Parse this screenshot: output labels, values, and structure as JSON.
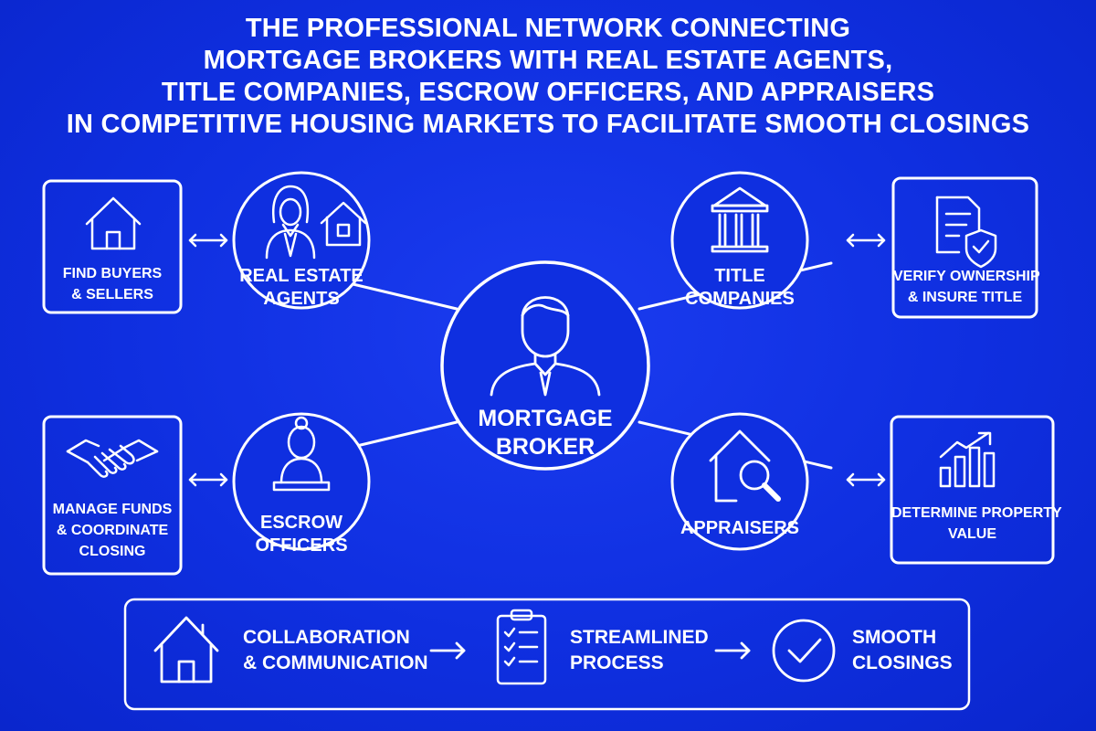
{
  "title_lines": [
    "THE PROFESSIONAL NETWORK CONNECTING",
    "MORTGAGE BROKERS WITH REAL ESTATE AGENTS,",
    "TITLE COMPANIES, ESCROW OFFICERS, AND APPRAISERS",
    "IN COMPETITIVE HOUSING MARKETS TO FACILITATE SMOOTH CLOSINGS"
  ],
  "colors": {
    "background": "#0f2fe0",
    "foreground": "#ffffff"
  },
  "center": {
    "icon": "businessman-icon",
    "label_lines": [
      "MORTGAGE",
      "BROKER"
    ]
  },
  "nodes": {
    "real_estate": {
      "icon": "agent-with-house-icon",
      "label_lines": [
        "REAL ESTATE",
        "AGENTS"
      ]
    },
    "title_companies": {
      "icon": "bank-building-icon",
      "label_lines": [
        "TITLE",
        "COMPANIES"
      ]
    },
    "escrow": {
      "icon": "woman-at-desk-icon",
      "label_lines": [
        "ESCROW",
        "OFFICERS"
      ]
    },
    "appraisers": {
      "icon": "house-magnifier-icon",
      "label_lines": [
        "APPRAISERS"
      ]
    }
  },
  "side_boxes": {
    "find_buyers": {
      "icon": "house-icon",
      "label_lines": [
        "FIND BUYERS",
        "& SELLERS"
      ]
    },
    "verify_ownership": {
      "icon": "document-shield-icon",
      "label_lines": [
        "VERIFY OWNERSHIP",
        "& INSURE TITLE"
      ]
    },
    "manage_funds": {
      "icon": "handshake-icon",
      "label_lines": [
        "MANAGE FUNDS",
        "& COORDINATE",
        "CLOSING"
      ]
    },
    "determine_value": {
      "icon": "bar-chart-growth-icon",
      "label_lines": [
        "DETERMINE PROPERTY",
        "VALUE"
      ]
    }
  },
  "flow": {
    "steps": [
      {
        "icon": "house-icon",
        "label_lines": [
          "COLLABORATION",
          "& COMMUNICATION"
        ]
      },
      {
        "icon": "checklist-clipboard-icon",
        "label_lines": [
          "STREAMLINED",
          "PROCESS"
        ]
      },
      {
        "icon": "check-circle-icon",
        "label_lines": [
          "SMOOTH",
          "CLOSINGS"
        ]
      }
    ]
  }
}
